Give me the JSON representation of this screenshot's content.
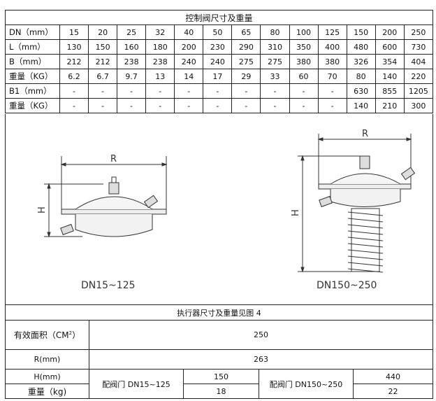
{
  "valve_table": {
    "title": "控制阀尺寸及重量",
    "rows": [
      {
        "label": "DN（mm）",
        "values": [
          "15",
          "20",
          "25",
          "32",
          "40",
          "50",
          "65",
          "80",
          "100",
          "125",
          "150",
          "200",
          "250"
        ]
      },
      {
        "label": "L（mm）",
        "values": [
          "130",
          "150",
          "160",
          "180",
          "200",
          "230",
          "290",
          "310",
          "350",
          "400",
          "480",
          "600",
          "730"
        ]
      },
      {
        "label": "B（mm）",
        "values": [
          "212",
          "212",
          "238",
          "238",
          "240",
          "240",
          "275",
          "275",
          "380",
          "380",
          "326",
          "354",
          "404"
        ]
      },
      {
        "label": "重量（KG）",
        "values": [
          "6.2",
          "6.7",
          "9.7",
          "13",
          "14",
          "17",
          "29",
          "33",
          "60",
          "70",
          "80",
          "140",
          "220"
        ]
      },
      {
        "label": "B1（mm）",
        "values": [
          "-",
          "-",
          "-",
          "-",
          "-",
          "-",
          "-",
          "-",
          "-",
          "-",
          "630",
          "855",
          "1205"
        ]
      },
      {
        "label": "重量（KG）",
        "values": [
          "-",
          "-",
          "-",
          "-",
          "-",
          "-",
          "-",
          "-",
          "-",
          "-",
          "140",
          "210",
          "300"
        ]
      }
    ]
  },
  "drawings": {
    "left": {
      "caption": "DN15~125",
      "dim_r": "R",
      "dim_h": "H"
    },
    "right": {
      "caption": "DN150~250",
      "dim_r": "R",
      "dim_h": "H"
    }
  },
  "actuator_table": {
    "title": "执行器尺寸及重量见图 4",
    "area_label": "有效面积（CM",
    "area_sup": "2",
    "area_close": "）",
    "area_value": "250",
    "r_label": "R(mm)",
    "r_value": "263",
    "h_label": "H(mm)",
    "w_label": "重量（kg)",
    "group1": {
      "label": "配阀门 DN15~125",
      "h": "150",
      "w": "18"
    },
    "group2": {
      "label": "配阀门 DN150~250",
      "h": "440",
      "w": "22"
    }
  }
}
